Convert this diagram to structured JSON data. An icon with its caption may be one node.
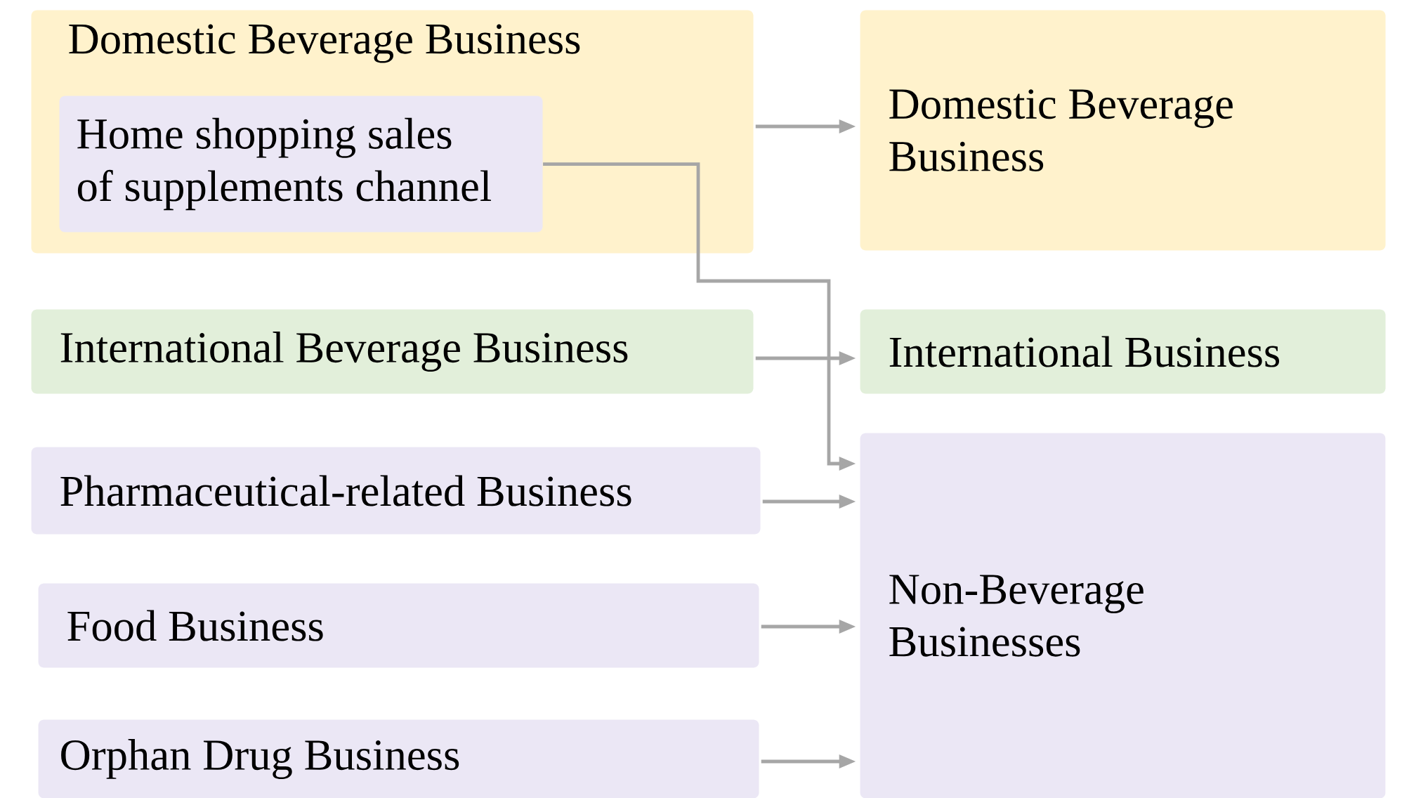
{
  "diagram": {
    "nodes": [
      {
        "text": [
          "Domestic Beverage Business"
        ]
      },
      {
        "text": [
          "Home shopping sales of supplements channel"
        ],
        "in": 0
      },
      {
        "text": [
          "International Beverage Business"
        ]
      },
      {
        "text": [
          "Pharmaceutical-related Business"
        ]
      },
      {
        "text": [
          "Food Business"
        ]
      },
      {
        "text": [
          "Orphan Drug Business"
        ]
      },
      {
        "text": [
          "Domestic Beverage Business"
        ]
      },
      {
        "text": [
          "International Business"
        ]
      },
      {
        "text": [
          "Non-Beverage Businesses"
        ]
      }
    ],
    "edges": [
      {
        "from": 0,
        "to": 6,
        "arrow": "to"
      },
      {
        "from": 1,
        "to": 8,
        "arrow": "to"
      },
      {
        "from": 2,
        "to": 7,
        "arrow": "to"
      },
      {
        "from": 3,
        "to": 8,
        "arrow": "to"
      },
      {
        "from": 4,
        "to": 8,
        "arrow": "to"
      },
      {
        "from": 5,
        "to": 8,
        "arrow": "to"
      }
    ]
  }
}
